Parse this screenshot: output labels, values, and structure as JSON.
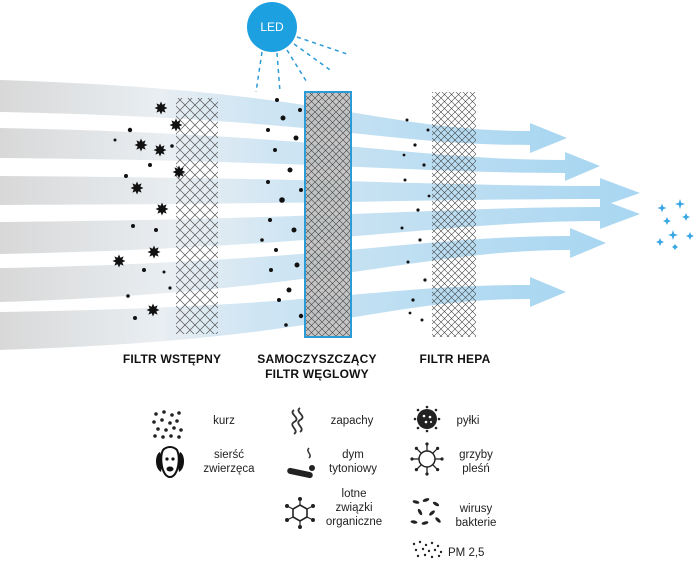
{
  "led_label": "LED",
  "stages": {
    "pre_filter": "FILTR WSTĘPNY",
    "carbon_filter_line1": "SAMOCZYSZCZĄCY",
    "carbon_filter_line2": "FILTR WĘGLOWY",
    "hepa_filter": "FILTR HEPA"
  },
  "legend": {
    "kurz": "kurz",
    "zapachy": "zapachy",
    "pylki": "pyłki",
    "siersc": "sierść\nzwierzęca",
    "dym": "dym\ntytoniowy",
    "grzyby": "grzyby\npleśń",
    "lotne": "lotne\nzwiązki\norganiczne",
    "wirusy": "wirusy\nbakterie",
    "pm": "PM 2,5"
  },
  "colors": {
    "led": "#1ca0e0",
    "carbon_border": "#2b9bd6",
    "arrow": "#8fc9ec",
    "stream_grey": "#dcdcdc",
    "sparkle": "#3aa7e4"
  }
}
